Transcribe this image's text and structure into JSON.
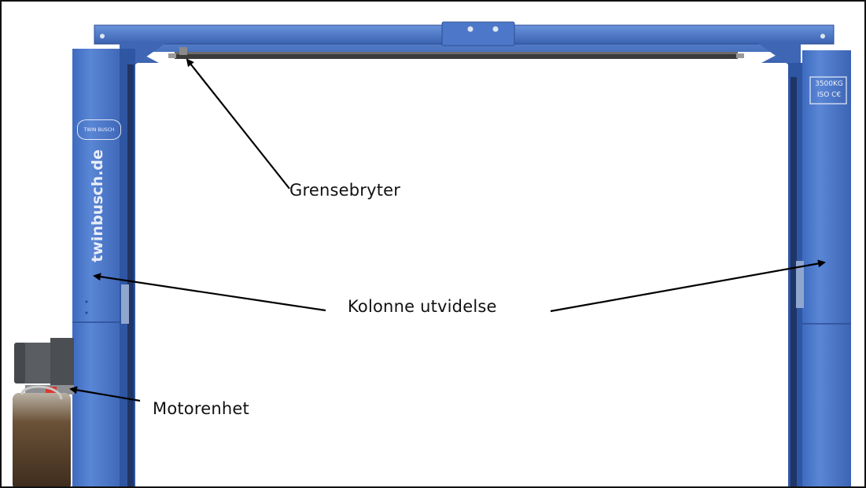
{
  "colors": {
    "frame": "#4a76c9",
    "frame_dark": "#2f56a3",
    "frame_shadow": "#1f3566",
    "roller": "#3a3a3a",
    "oil": "#4b3826",
    "motor": "#55585c"
  },
  "column_left": {
    "brand_text": "twinbusch.de",
    "logo_text": "TWIN BUSCH"
  },
  "column_right": {
    "plate_line1": "3500KG",
    "plate_line2": "ISO C€"
  },
  "labels": {
    "limit_switch": "Grensebryter",
    "column_extension": "Kolonne utvidelse",
    "motor_unit": "Motorenhet"
  }
}
